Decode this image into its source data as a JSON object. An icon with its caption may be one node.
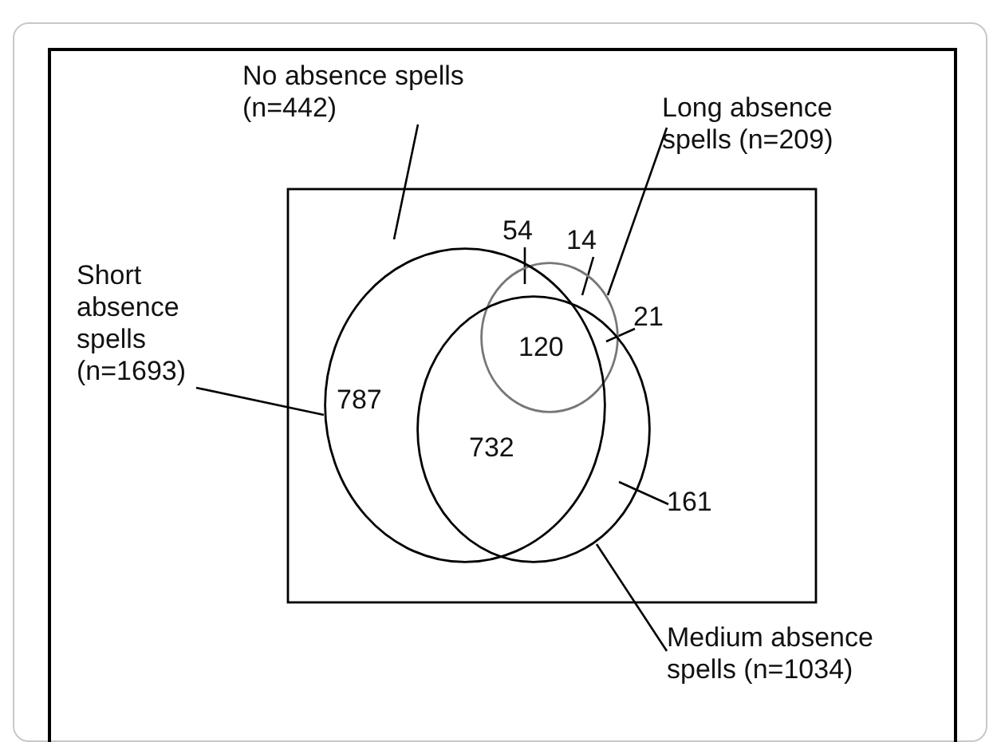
{
  "diagram": {
    "nodes": [
      {
        "text": [
          "No absence spells (n=442)"
        ]
      },
      {
        "text": [],
        "shape": "box"
      },
      {
        "text": [
          "Long absence spells (n=209)"
        ]
      },
      {
        "text": [],
        "shape": "circle",
        "in": 1
      },
      {
        "text": [
          "Short absence spells (n=1693)"
        ]
      },
      {
        "text": [],
        "shape": "circle",
        "in": 1
      },
      {
        "text": [],
        "shape": "circle",
        "in": 1
      },
      {
        "text": [
          "Medium absence spells (n=1034)"
        ]
      },
      {
        "text": [
          "54"
        ],
        "in": 1
      },
      {
        "text": [
          "14"
        ],
        "in": 1
      },
      {
        "text": [
          "21"
        ],
        "in": 1
      },
      {
        "text": [
          "161"
        ],
        "in": 1
      }
    ],
    "edges": [
      {
        "from": 0,
        "to": 1,
        "arrow": "none"
      },
      {
        "from": 2,
        "to": 3,
        "arrow": "none"
      },
      {
        "from": 4,
        "to": 5,
        "arrow": "none"
      },
      {
        "from": 7,
        "to": 6,
        "arrow": "none"
      },
      {
        "from": 8,
        "to": 3,
        "arrow": "none"
      },
      {
        "from": 9,
        "to": 3,
        "arrow": "none"
      },
      {
        "from": 10,
        "to": 3,
        "arrow": "none"
      },
      {
        "from": 11,
        "to": 6,
        "arrow": "none"
      }
    ],
    "labels": [
      "120",
      "787",
      "732"
    ]
  }
}
